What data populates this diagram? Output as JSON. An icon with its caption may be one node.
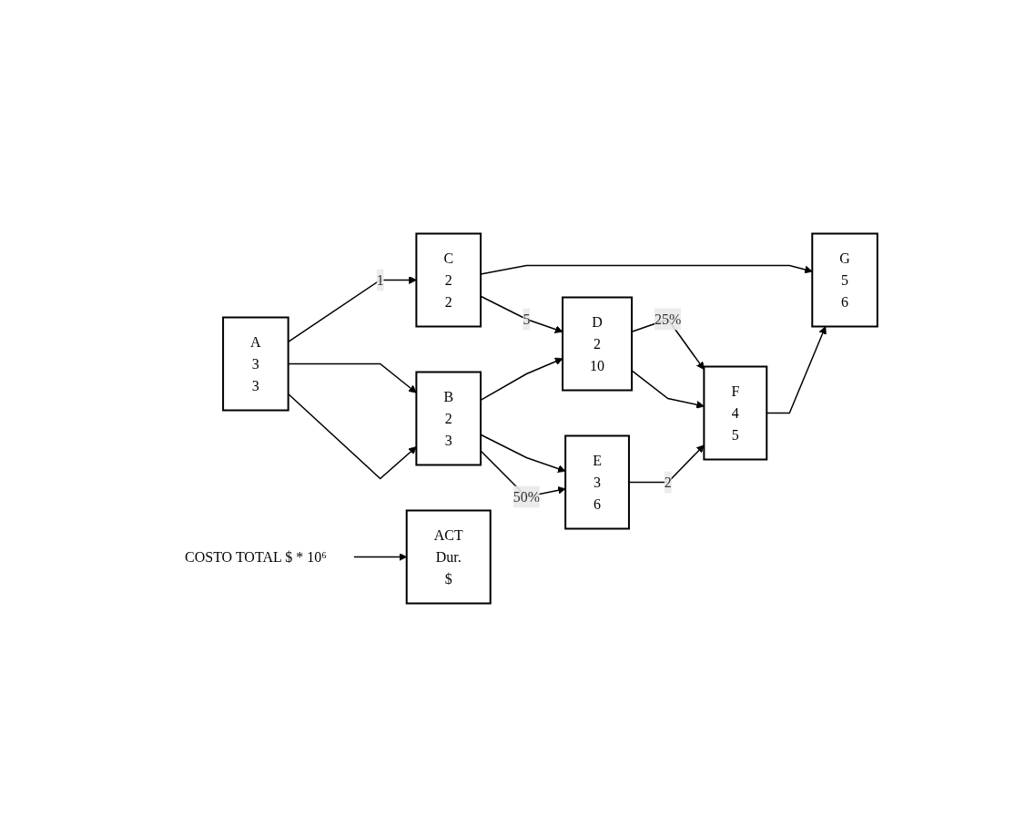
{
  "diagram": {
    "nodes": [
      {
        "text": [
          "A",
          "3",
          "3"
        ]
      },
      {
        "text": [
          "B",
          "2",
          "3"
        ]
      },
      {
        "text": [
          "C",
          "2",
          "2"
        ]
      },
      {
        "text": [
          "D",
          "2",
          "10"
        ]
      },
      {
        "text": [
          "E",
          "3",
          "6"
        ]
      },
      {
        "text": [
          "F",
          "4",
          "5"
        ]
      },
      {
        "text": [
          "G",
          "5",
          "6"
        ]
      },
      {
        "text": [
          "ACT",
          "Dur.",
          "$"
        ]
      },
      {
        "text": [
          "COSTO TOTAL $ * 10⁶"
        ]
      }
    ],
    "edges": [
      {
        "from": 0,
        "to": 2,
        "arrow": "to",
        "label": "1"
      },
      {
        "from": 0,
        "to": 1,
        "arrow": "to"
      },
      {
        "from": 0,
        "to": 1,
        "arrow": "to"
      },
      {
        "from": 2,
        "to": 6,
        "arrow": "to"
      },
      {
        "from": 2,
        "to": 3,
        "arrow": "to",
        "label": "5"
      },
      {
        "from": 1,
        "to": 3,
        "arrow": "to"
      },
      {
        "from": 1,
        "to": 4,
        "arrow": "to"
      },
      {
        "from": 1,
        "to": 4,
        "arrow": "to",
        "label": "50%"
      },
      {
        "from": 3,
        "to": 5,
        "arrow": "to",
        "label": "25%"
      },
      {
        "from": 3,
        "to": 5,
        "arrow": "to"
      },
      {
        "from": 4,
        "to": 5,
        "arrow": "to",
        "label": "2"
      },
      {
        "from": 5,
        "to": 6,
        "arrow": "to"
      },
      {
        "from": 8,
        "to": 7,
        "arrow": "to"
      }
    ]
  }
}
